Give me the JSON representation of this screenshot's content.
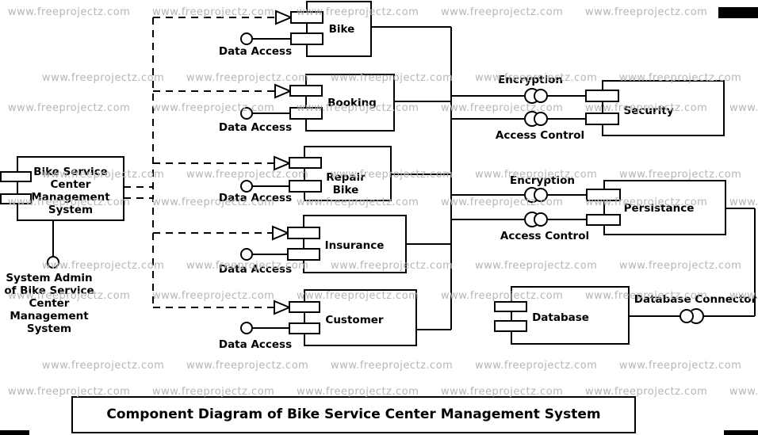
{
  "watermark": {
    "text": "www.freeprojectz.com",
    "color": "#b6b6b6"
  },
  "title": {
    "label": "Component Diagram of Bike Service Center Management System"
  },
  "actor": {
    "label": "System Admin\nof Bike Service\nCenter\nManagement\nSystem"
  },
  "components": {
    "main": {
      "label": "Bike Service\nCenter\nManagement\nSystem"
    },
    "bike": {
      "label": "Bike"
    },
    "booking": {
      "label": "Booking"
    },
    "repair_bike": {
      "label": "Repair\nBike"
    },
    "insurance": {
      "label": "Insurance"
    },
    "customer": {
      "label": "Customer"
    },
    "security": {
      "label": "Security"
    },
    "persistance": {
      "label": "Persistance"
    },
    "database": {
      "label": "Database"
    }
  },
  "interfaces": {
    "data_access": "Data Access",
    "encryption": "Encryption",
    "access_control": "Access Control",
    "database_connector": "Database Connector"
  },
  "colors": {
    "line": "#000000",
    "watermark": "#b6b6b6",
    "background": "#ffffff"
  }
}
